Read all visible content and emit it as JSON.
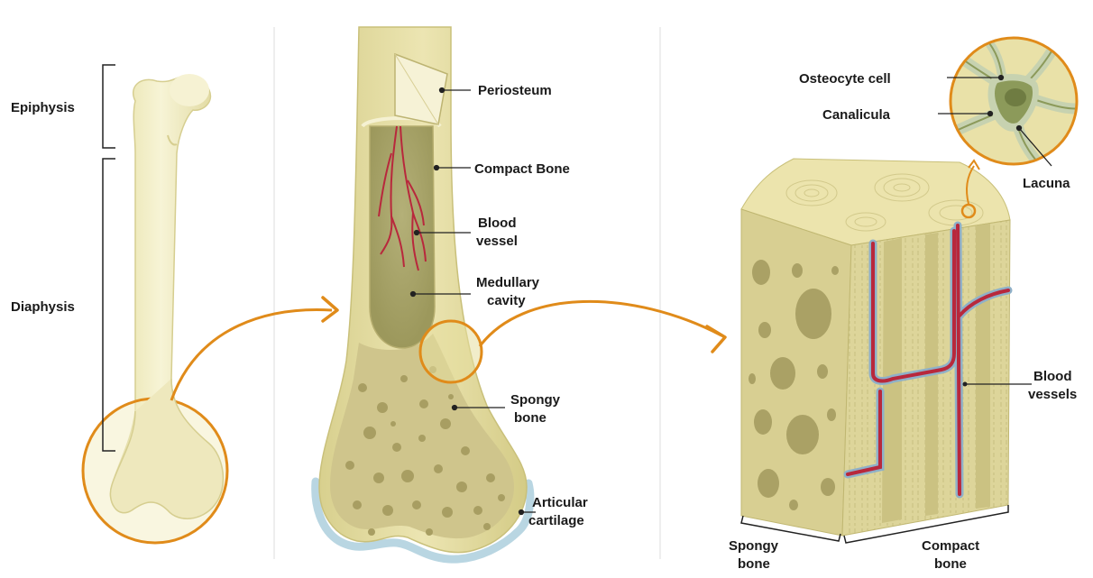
{
  "labels": {
    "epiphysis": "Epiphysis",
    "diaphysis": "Diaphysis",
    "periosteum": "Periosteum",
    "compact_bone": "Compact Bone",
    "blood_vessel_1": "Blood",
    "blood_vessel_2": "vessel",
    "medullary_1": "Medullary",
    "medullary_2": "cavity",
    "spongy_1": "Spongy",
    "spongy_2": "bone",
    "articular_1": "Articular",
    "articular_2": "cartilage",
    "osteocyte": "Osteocyte cell",
    "canalicula": "Canalicula",
    "lacuna": "Lacuna",
    "blood_vessels_1": "Blood",
    "blood_vessels_2": "vessels",
    "spongy_bone_1": "Spongy",
    "spongy_bone_2": "bone",
    "compact_bone_1": "Compact",
    "compact_bone_2": "bone"
  },
  "colors": {
    "bone_light": "#f3eec0",
    "bone_mid": "#e3dc9c",
    "bone_shadow": "#c9c07a",
    "spongy_fill": "#cfc58c",
    "spongy_holes": "#a89e62",
    "marrow": "#a8a56a",
    "accent_orange": "#e08b1a",
    "vessel_red": "#b8283c",
    "vessel_blue": "#8fb0c8",
    "cartilage": "#b9d6e2",
    "cell_green": "#8c9a5a"
  }
}
